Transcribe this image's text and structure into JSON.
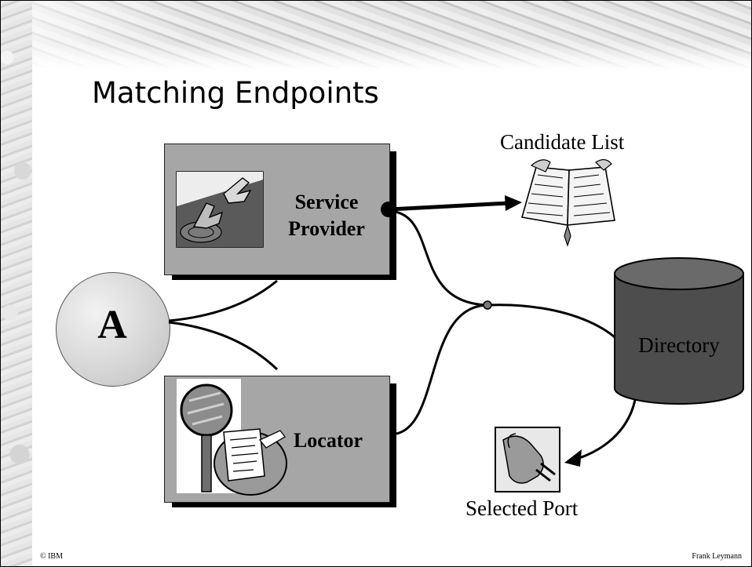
{
  "slide": {
    "title": "Matching Endpoints",
    "footer_left": "© IBM",
    "footer_right": "Frank Leymann"
  },
  "diagram": {
    "service_provider_line1": "Service",
    "service_provider_line2": "Provider",
    "locator": "Locator",
    "a_node": "A",
    "directory": "Directory",
    "candidate_list": "Candidate List",
    "selected_port": "Selected Port"
  }
}
